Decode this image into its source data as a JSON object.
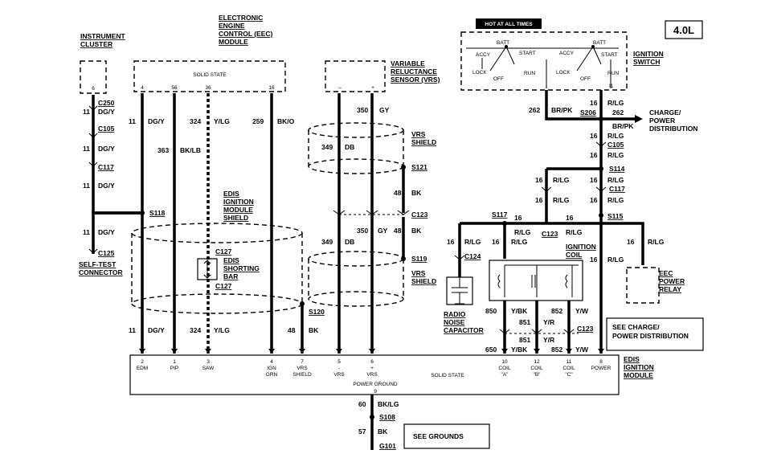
{
  "badge": "4.0L",
  "hot_label": "HOT AT ALL TIMES",
  "components": {
    "instrument_cluster": [
      "INSTRUMENT",
      "CLUSTER"
    ],
    "eec": [
      "ELECTRONIC",
      "ENGINE",
      "CONTROL (EEC)",
      "MODULE"
    ],
    "vrs_sensor": [
      "VARIABLE",
      "RELUCTANCE",
      "SENSOR (VRS)"
    ],
    "ignition_switch": [
      "IGNITION",
      "SWITCH"
    ],
    "edis_shield": [
      "EDIS",
      "IGNITION",
      "MODULE",
      "SHIELD"
    ],
    "edis_shorting_bar": [
      "EDIS",
      "SHORTING",
      "BAR"
    ],
    "vrs_shield_1": [
      "VRS",
      "SHIELD"
    ],
    "vrs_shield_2": [
      "VRS",
      "SHIELD"
    ],
    "self_test": [
      "SELF-TEST",
      "CONNECTOR"
    ],
    "ignition_coil": [
      "IGNITION",
      "COIL"
    ],
    "radio_noise": [
      "RADIO",
      "NOISE",
      "CAPACITOR"
    ],
    "eec_power_relay": [
      "EEC",
      "POWER",
      "RELAY"
    ],
    "charge_dist": [
      "CHARGE/",
      "POWER",
      "DISTRIBUTION"
    ],
    "edis_module": [
      "EDIS",
      "IGNITION",
      "MODULE"
    ]
  },
  "solid_state": "SOLID STATE",
  "power_ground": "POWER GROUND",
  "see_charge": [
    "SEE CHARGE/",
    "POWER DISTRIBUTION"
  ],
  "see_grounds": "SEE GROUNDS",
  "switch_labels": {
    "batt": "BATT",
    "accy": "ACCY",
    "start": "START",
    "lock": "LOCK",
    "off": "OFF",
    "run": "RUN",
    "i1": "I1"
  },
  "splices": [
    "S118",
    "S120",
    "S121",
    "S119",
    "S117",
    "S114",
    "S115",
    "S206",
    "S108"
  ],
  "connectors": [
    "C250",
    "C105",
    "C117",
    "C125",
    "C127",
    "C127",
    "C123",
    "C123",
    "C124",
    "C105",
    "C117",
    "C123",
    "C123",
    "G101"
  ],
  "module_pins": [
    {
      "num": "2",
      "name": "EDM"
    },
    {
      "num": "1",
      "name": "PIP"
    },
    {
      "num": "3",
      "name": "SAW"
    },
    {
      "num": "4",
      "name": "IGN\nGRN"
    },
    {
      "num": "7",
      "name": "VRS\nSHIELD"
    },
    {
      "num": "5",
      "name": "-\nVRS"
    },
    {
      "num": "6",
      "name": "+\nVRS"
    },
    {
      "num": "10",
      "name": "COIL\n\"A\""
    },
    {
      "num": "12",
      "name": "COIL\n\"B\""
    },
    {
      "num": "11",
      "name": "COIL\n\"C\""
    },
    {
      "num": "8",
      "name": "POWER"
    }
  ],
  "eec_pins": [
    "4",
    "56",
    "36",
    "16"
  ],
  "ic_pin": "6",
  "ground_pin": "9",
  "wire_codes": {
    "dgy": "DG/Y",
    "bklb": "BK/LB",
    "ylg": "Y/LG",
    "bko": "BK/O",
    "db": "DB",
    "gy": "GY",
    "bk": "BK",
    "brpk": "BR/PK",
    "rlg": "R/LG",
    "ybk": "Y/BK",
    "yr": "Y/R",
    "yw": "Y/W",
    "bklg": "BK/LG"
  },
  "circuit_numbers": [
    "11",
    "363",
    "324",
    "259",
    "349",
    "350",
    "48",
    "262",
    "16",
    "850",
    "851",
    "852",
    "650",
    "60",
    "57"
  ]
}
